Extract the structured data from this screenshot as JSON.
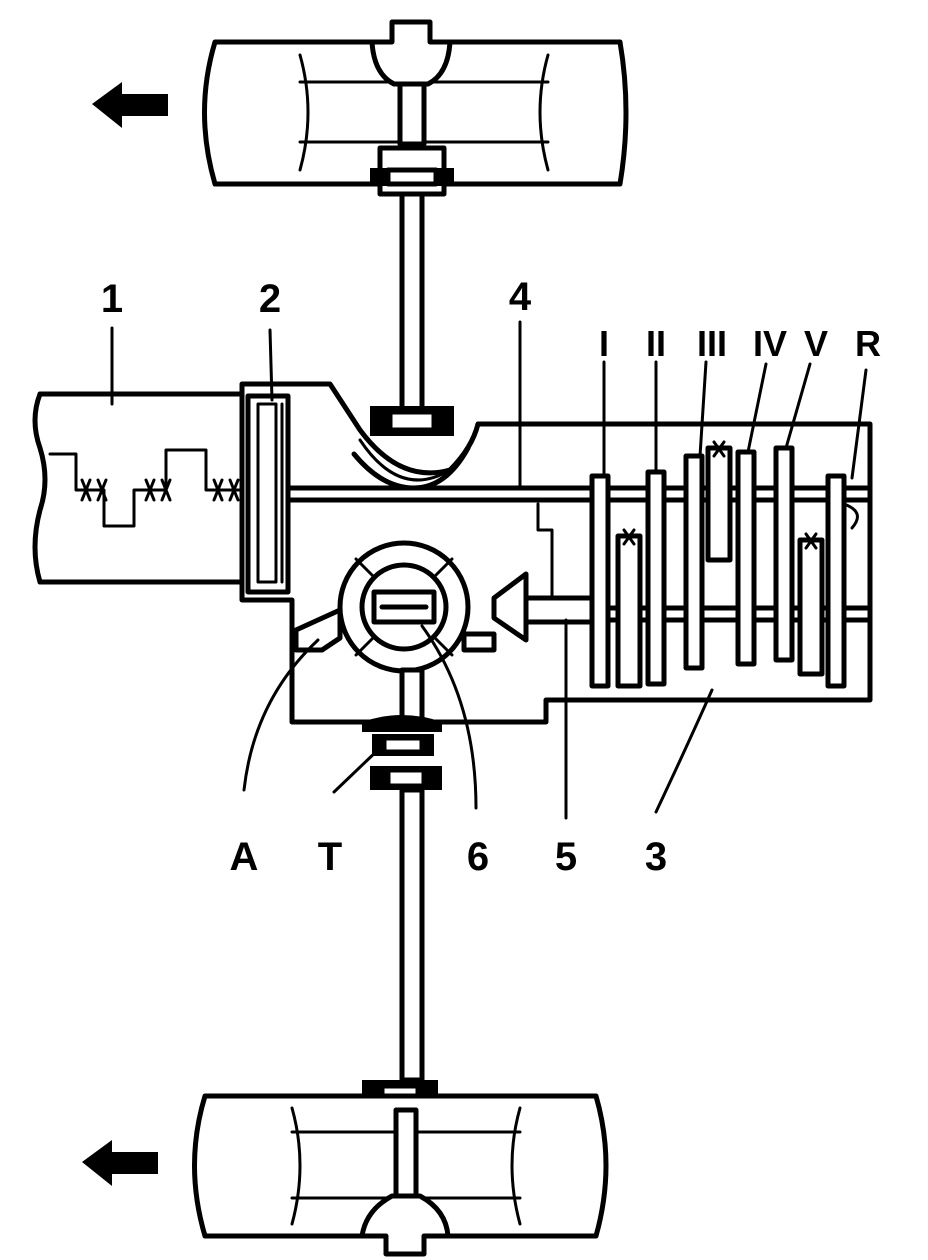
{
  "labels": {
    "engine": "1",
    "clutch": "2",
    "gearbox": "3",
    "input_shaft": "4",
    "output_shaft": "5",
    "differential": "6",
    "a": "A",
    "t": "T"
  },
  "gears": {
    "first": "I",
    "second": "II",
    "third": "III",
    "fourth": "IV",
    "fifth": "V",
    "reverse": "R"
  },
  "colors": {
    "ink": "#000000",
    "paper": "#ffffff"
  },
  "icons": {
    "direction": "arrow-left-icon"
  }
}
